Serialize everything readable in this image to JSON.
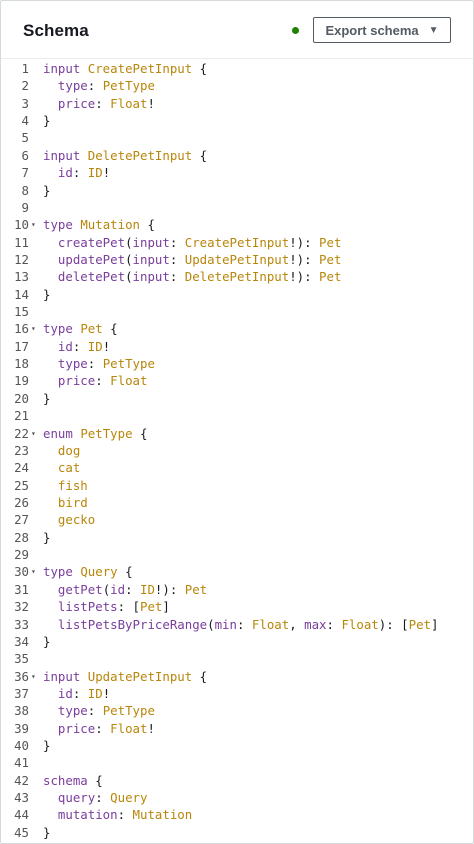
{
  "header": {
    "title": "Schema",
    "export_label": "Export schema",
    "status_color": "#1d8102"
  },
  "editor": {
    "fold_marker": "▾",
    "lines": [
      {
        "n": "1",
        "fold": false,
        "tokens": [
          [
            "kw",
            "input "
          ],
          [
            "ty",
            "CreatePetInput"
          ],
          [
            "pn",
            " {"
          ]
        ]
      },
      {
        "n": "2",
        "fold": false,
        "tokens": [
          [
            "pn",
            "  "
          ],
          [
            "fd",
            "type"
          ],
          [
            "pn",
            ": "
          ],
          [
            "ty",
            "PetType"
          ]
        ]
      },
      {
        "n": "3",
        "fold": false,
        "tokens": [
          [
            "pn",
            "  "
          ],
          [
            "fd",
            "price"
          ],
          [
            "pn",
            ": "
          ],
          [
            "ty",
            "Float"
          ],
          [
            "pn",
            "!"
          ]
        ]
      },
      {
        "n": "4",
        "fold": false,
        "tokens": [
          [
            "pn",
            "}"
          ]
        ]
      },
      {
        "n": "5",
        "fold": false,
        "tokens": []
      },
      {
        "n": "6",
        "fold": false,
        "tokens": [
          [
            "kw",
            "input "
          ],
          [
            "ty",
            "DeletePetInput"
          ],
          [
            "pn",
            " {"
          ]
        ]
      },
      {
        "n": "7",
        "fold": false,
        "tokens": [
          [
            "pn",
            "  "
          ],
          [
            "fd",
            "id"
          ],
          [
            "pn",
            ": "
          ],
          [
            "ty",
            "ID"
          ],
          [
            "pn",
            "!"
          ]
        ]
      },
      {
        "n": "8",
        "fold": false,
        "tokens": [
          [
            "pn",
            "}"
          ]
        ]
      },
      {
        "n": "9",
        "fold": false,
        "tokens": []
      },
      {
        "n": "10",
        "fold": true,
        "tokens": [
          [
            "kw",
            "type "
          ],
          [
            "ty",
            "Mutation"
          ],
          [
            "pn",
            " {"
          ]
        ]
      },
      {
        "n": "11",
        "fold": false,
        "tokens": [
          [
            "pn",
            "  "
          ],
          [
            "fd",
            "createPet"
          ],
          [
            "pn",
            "("
          ],
          [
            "fd",
            "input"
          ],
          [
            "pn",
            ": "
          ],
          [
            "ty",
            "CreatePetInput"
          ],
          [
            "pn",
            "!): "
          ],
          [
            "ty",
            "Pet"
          ]
        ]
      },
      {
        "n": "12",
        "fold": false,
        "tokens": [
          [
            "pn",
            "  "
          ],
          [
            "fd",
            "updatePet"
          ],
          [
            "pn",
            "("
          ],
          [
            "fd",
            "input"
          ],
          [
            "pn",
            ": "
          ],
          [
            "ty",
            "UpdatePetInput"
          ],
          [
            "pn",
            "!): "
          ],
          [
            "ty",
            "Pet"
          ]
        ]
      },
      {
        "n": "13",
        "fold": false,
        "tokens": [
          [
            "pn",
            "  "
          ],
          [
            "fd",
            "deletePet"
          ],
          [
            "pn",
            "("
          ],
          [
            "fd",
            "input"
          ],
          [
            "pn",
            ": "
          ],
          [
            "ty",
            "DeletePetInput"
          ],
          [
            "pn",
            "!): "
          ],
          [
            "ty",
            "Pet"
          ]
        ]
      },
      {
        "n": "14",
        "fold": false,
        "tokens": [
          [
            "pn",
            "}"
          ]
        ]
      },
      {
        "n": "15",
        "fold": false,
        "tokens": []
      },
      {
        "n": "16",
        "fold": true,
        "tokens": [
          [
            "kw",
            "type "
          ],
          [
            "ty",
            "Pet"
          ],
          [
            "pn",
            " {"
          ]
        ]
      },
      {
        "n": "17",
        "fold": false,
        "tokens": [
          [
            "pn",
            "  "
          ],
          [
            "fd",
            "id"
          ],
          [
            "pn",
            ": "
          ],
          [
            "ty",
            "ID"
          ],
          [
            "pn",
            "!"
          ]
        ]
      },
      {
        "n": "18",
        "fold": false,
        "tokens": [
          [
            "pn",
            "  "
          ],
          [
            "fd",
            "type"
          ],
          [
            "pn",
            ": "
          ],
          [
            "ty",
            "PetType"
          ]
        ]
      },
      {
        "n": "19",
        "fold": false,
        "tokens": [
          [
            "pn",
            "  "
          ],
          [
            "fd",
            "price"
          ],
          [
            "pn",
            ": "
          ],
          [
            "ty",
            "Float"
          ]
        ]
      },
      {
        "n": "20",
        "fold": false,
        "tokens": [
          [
            "pn",
            "}"
          ]
        ]
      },
      {
        "n": "21",
        "fold": false,
        "tokens": []
      },
      {
        "n": "22",
        "fold": true,
        "tokens": [
          [
            "kw",
            "enum "
          ],
          [
            "ty",
            "PetType"
          ],
          [
            "pn",
            " {"
          ]
        ]
      },
      {
        "n": "23",
        "fold": false,
        "tokens": [
          [
            "pn",
            "  "
          ],
          [
            "en",
            "dog"
          ]
        ]
      },
      {
        "n": "24",
        "fold": false,
        "tokens": [
          [
            "pn",
            "  "
          ],
          [
            "en",
            "cat"
          ]
        ]
      },
      {
        "n": "25",
        "fold": false,
        "tokens": [
          [
            "pn",
            "  "
          ],
          [
            "en",
            "fish"
          ]
        ]
      },
      {
        "n": "26",
        "fold": false,
        "tokens": [
          [
            "pn",
            "  "
          ],
          [
            "en",
            "bird"
          ]
        ]
      },
      {
        "n": "27",
        "fold": false,
        "tokens": [
          [
            "pn",
            "  "
          ],
          [
            "en",
            "gecko"
          ]
        ]
      },
      {
        "n": "28",
        "fold": false,
        "tokens": [
          [
            "pn",
            "}"
          ]
        ]
      },
      {
        "n": "29",
        "fold": false,
        "tokens": []
      },
      {
        "n": "30",
        "fold": true,
        "tokens": [
          [
            "kw",
            "type "
          ],
          [
            "ty",
            "Query"
          ],
          [
            "pn",
            " {"
          ]
        ]
      },
      {
        "n": "31",
        "fold": false,
        "tokens": [
          [
            "pn",
            "  "
          ],
          [
            "fd",
            "getPet"
          ],
          [
            "pn",
            "("
          ],
          [
            "fd",
            "id"
          ],
          [
            "pn",
            ": "
          ],
          [
            "ty",
            "ID"
          ],
          [
            "pn",
            "!): "
          ],
          [
            "ty",
            "Pet"
          ]
        ]
      },
      {
        "n": "32",
        "fold": false,
        "tokens": [
          [
            "pn",
            "  "
          ],
          [
            "fd",
            "listPets"
          ],
          [
            "pn",
            ": ["
          ],
          [
            "ty",
            "Pet"
          ],
          [
            "pn",
            "]"
          ]
        ]
      },
      {
        "n": "33",
        "fold": false,
        "tokens": [
          [
            "pn",
            "  "
          ],
          [
            "fd",
            "listPetsByPriceRange"
          ],
          [
            "pn",
            "("
          ],
          [
            "fd",
            "min"
          ],
          [
            "pn",
            ": "
          ],
          [
            "ty",
            "Float"
          ],
          [
            "pn",
            ", "
          ],
          [
            "fd",
            "max"
          ],
          [
            "pn",
            ": "
          ],
          [
            "ty",
            "Float"
          ],
          [
            "pn",
            "): ["
          ],
          [
            "ty",
            "Pet"
          ],
          [
            "pn",
            "]"
          ]
        ]
      },
      {
        "n": "34",
        "fold": false,
        "tokens": [
          [
            "pn",
            "}"
          ]
        ]
      },
      {
        "n": "35",
        "fold": false,
        "tokens": []
      },
      {
        "n": "36",
        "fold": true,
        "tokens": [
          [
            "kw",
            "input "
          ],
          [
            "ty",
            "UpdatePetInput"
          ],
          [
            "pn",
            " {"
          ]
        ]
      },
      {
        "n": "37",
        "fold": false,
        "tokens": [
          [
            "pn",
            "  "
          ],
          [
            "fd",
            "id"
          ],
          [
            "pn",
            ": "
          ],
          [
            "ty",
            "ID"
          ],
          [
            "pn",
            "!"
          ]
        ]
      },
      {
        "n": "38",
        "fold": false,
        "tokens": [
          [
            "pn",
            "  "
          ],
          [
            "fd",
            "type"
          ],
          [
            "pn",
            ": "
          ],
          [
            "ty",
            "PetType"
          ]
        ]
      },
      {
        "n": "39",
        "fold": false,
        "tokens": [
          [
            "pn",
            "  "
          ],
          [
            "fd",
            "price"
          ],
          [
            "pn",
            ": "
          ],
          [
            "ty",
            "Float"
          ],
          [
            "pn",
            "!"
          ]
        ]
      },
      {
        "n": "40",
        "fold": false,
        "tokens": [
          [
            "pn",
            "}"
          ]
        ]
      },
      {
        "n": "41",
        "fold": false,
        "tokens": []
      },
      {
        "n": "42",
        "fold": false,
        "tokens": [
          [
            "kw",
            "schema"
          ],
          [
            "pn",
            " {"
          ]
        ]
      },
      {
        "n": "43",
        "fold": false,
        "tokens": [
          [
            "pn",
            "  "
          ],
          [
            "fd",
            "query"
          ],
          [
            "pn",
            ": "
          ],
          [
            "ty",
            "Query"
          ]
        ]
      },
      {
        "n": "44",
        "fold": false,
        "tokens": [
          [
            "pn",
            "  "
          ],
          [
            "fd",
            "mutation"
          ],
          [
            "pn",
            ": "
          ],
          [
            "ty",
            "Mutation"
          ]
        ]
      },
      {
        "n": "45",
        "fold": false,
        "tokens": [
          [
            "pn",
            "}"
          ]
        ]
      }
    ]
  }
}
